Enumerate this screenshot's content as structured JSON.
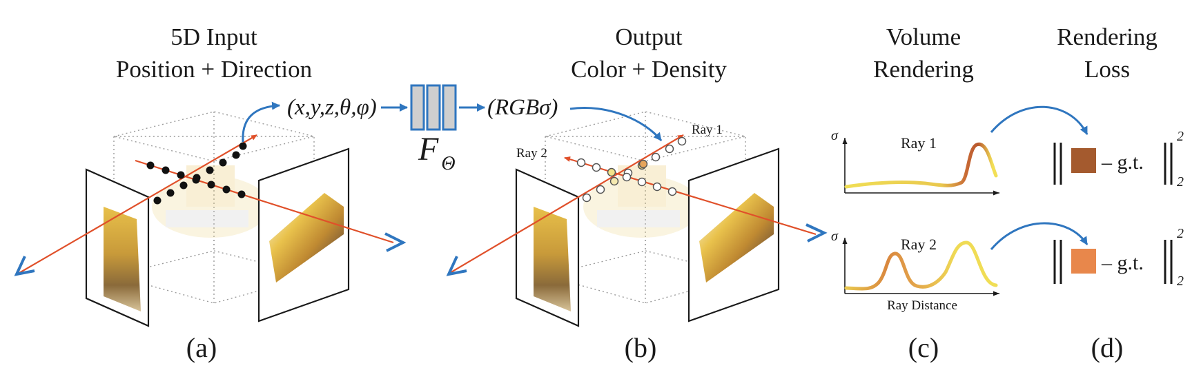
{
  "headings": {
    "a_line1": "5D Input",
    "a_line2": "Position + Direction",
    "b_line1": "Output",
    "b_line2": "Color + Density",
    "c_line1": "Volume",
    "c_line2": "Rendering",
    "d_line1": "Rendering",
    "d_line2": "Loss"
  },
  "network": {
    "input": "(x,y,z,θ,φ)",
    "output": "(RGBσ)",
    "label_main": "F",
    "label_sub": "Θ"
  },
  "rays": {
    "ray1": "Ray 1",
    "ray2": "Ray 2"
  },
  "plots": {
    "sigma": "σ",
    "ray1_label": "Ray 1",
    "ray2_label": "Ray 2",
    "xlabel": "Ray Distance"
  },
  "loss": {
    "gt": "– g.t.",
    "sup": "2",
    "sub": "2",
    "color_ray1": "#A45A2E",
    "color_ray2": "#E8874B"
  },
  "subfigures": [
    "(a)",
    "(b)",
    "(c)",
    "(d)"
  ],
  "colors": {
    "ray": "#E0502A",
    "arrow_blue": "#2F76BF",
    "network_fill": "#CFCFCF",
    "curve_start": "#F0DE55",
    "curve_mid": "#D88A3E",
    "curve_peak": "#B8572E"
  }
}
